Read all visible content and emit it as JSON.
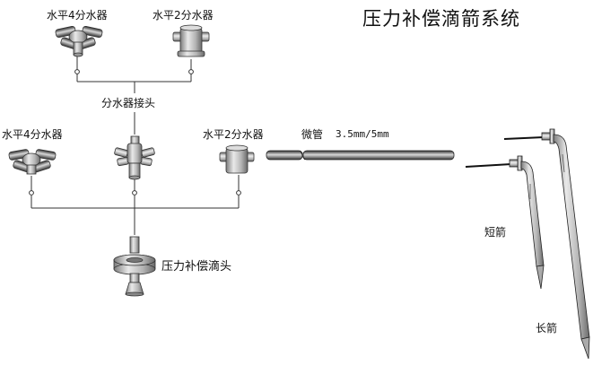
{
  "title": "压力补偿滴箭系统",
  "components": {
    "top_4way": "水平4分水器",
    "top_2way": "水平2分水器",
    "connector": "分水器接头",
    "mid_4way": "水平4分水器",
    "mid_2way": "水平2分水器",
    "microtube": "微管",
    "microtube_spec": "3.5mm/5mm",
    "dripper": "压力补偿滴头",
    "short_arrow": "短箭",
    "long_arrow": "长箭"
  }
}
